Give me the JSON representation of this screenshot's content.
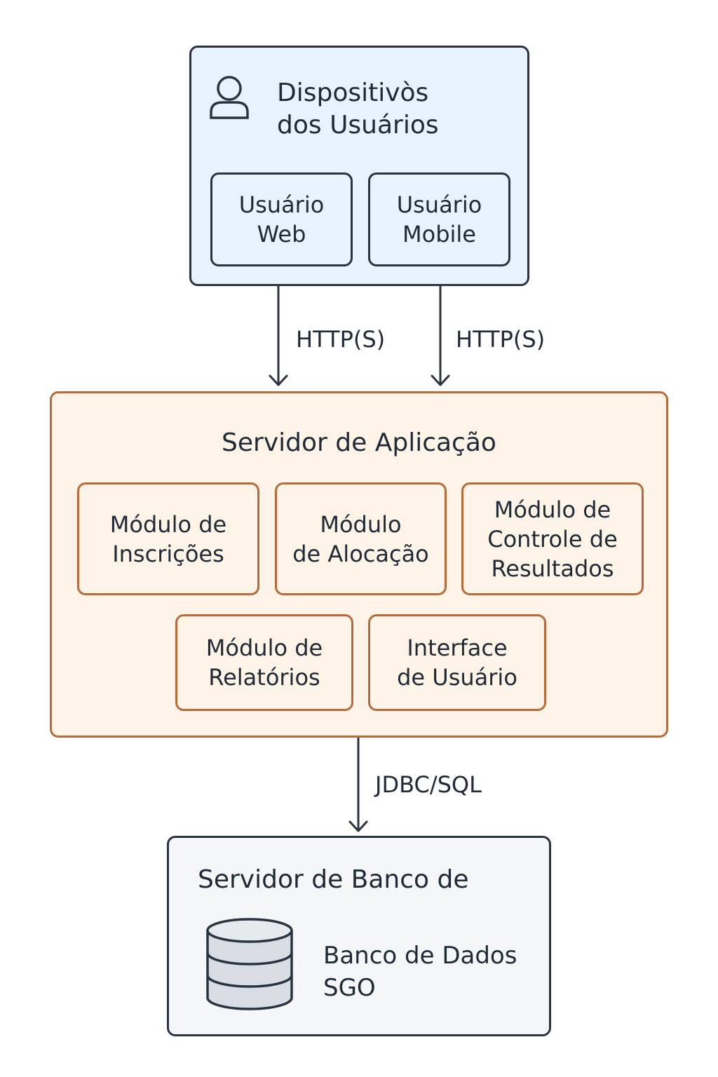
{
  "clients": {
    "title": "Dispositivòs\ndos Usuários",
    "web": "Usuário\nWeb",
    "mobile": "Usuário\nMobile",
    "icon": "user-icon"
  },
  "connections": {
    "web_protocol": "HTTP(S)",
    "mobile_protocol": "HTTP(S)",
    "db_protocol": "JDBC/SQL"
  },
  "app_server": {
    "title": "Servidor de Aplicação",
    "modules": [
      "Módulo de\nInscrições",
      "Módulo\nde Alocação",
      "Módulo de\nControle de\nResultados",
      "Módulo de\nRelatórios",
      "Interface\nde Usuário"
    ]
  },
  "db_server": {
    "title": "Servidor de Banco de",
    "database": "Banco de Dados\nSGO",
    "icon": "database-icon"
  },
  "colors": {
    "client_fill": "#e7f2fd",
    "server_fill": "#fdf3e7",
    "server_border": "#b86a3a",
    "db_fill": "#f4f6f8",
    "stroke": "#2a3440"
  }
}
